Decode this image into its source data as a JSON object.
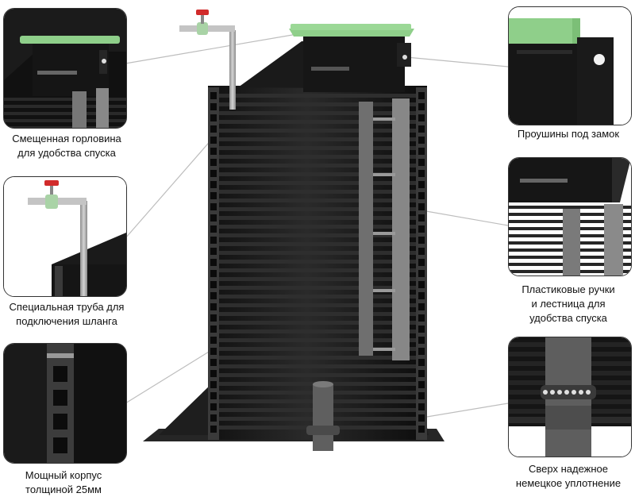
{
  "captions": {
    "offset_neck": [
      "Смещенная горловина",
      "для удобства спуска"
    ],
    "hose_pipe": [
      "Специальная труба для",
      "подключения шланга"
    ],
    "thick_body": [
      "Мощный корпус",
      "толщиной 25мм"
    ],
    "lock_lugs": [
      "Проушины под замок"
    ],
    "handles_ladder": [
      "Пластиковые ручки",
      "и лестница для",
      "удобства спуска"
    ],
    "seal": [
      "Сверх надежное",
      "немецкое уплотнение"
    ]
  },
  "colors": {
    "tank_body": "#1c1c1c",
    "tank_rib": "#2e2e2e",
    "lid_green": "#8fcf8a",
    "valve_red": "#d12b2b",
    "pipe_gray": "#b9b9b9",
    "ladder_gray": "#7e7e7e",
    "leader_line": "#bdbdbd"
  }
}
